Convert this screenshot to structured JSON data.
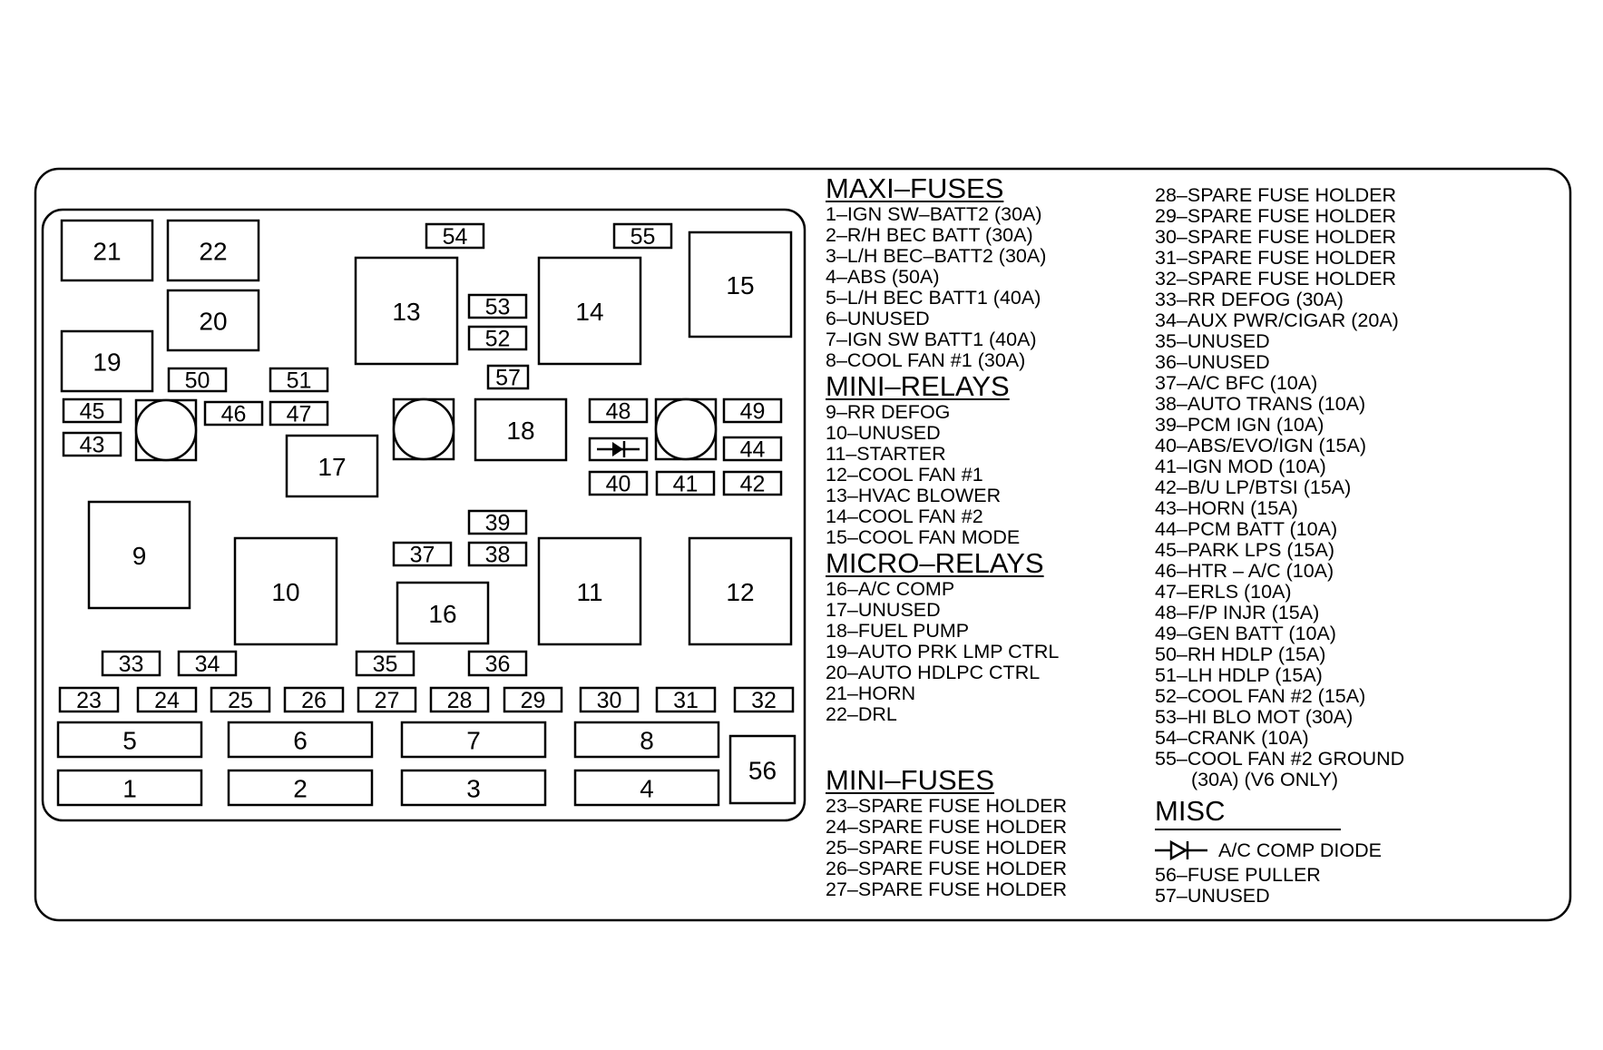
{
  "components": [
    {
      "id": "1",
      "label": "1"
    },
    {
      "id": "2",
      "label": "2"
    },
    {
      "id": "3",
      "label": "3"
    },
    {
      "id": "4",
      "label": "4"
    },
    {
      "id": "5",
      "label": "5"
    },
    {
      "id": "6",
      "label": "6"
    },
    {
      "id": "7",
      "label": "7"
    },
    {
      "id": "8",
      "label": "8"
    },
    {
      "id": "9",
      "label": "9"
    },
    {
      "id": "10",
      "label": "10"
    },
    {
      "id": "11",
      "label": "11"
    },
    {
      "id": "12",
      "label": "12"
    },
    {
      "id": "13",
      "label": "13"
    },
    {
      "id": "14",
      "label": "14"
    },
    {
      "id": "15",
      "label": "15"
    },
    {
      "id": "16",
      "label": "16"
    },
    {
      "id": "17",
      "label": "17"
    },
    {
      "id": "18",
      "label": "18"
    },
    {
      "id": "19",
      "label": "19"
    },
    {
      "id": "20",
      "label": "20"
    },
    {
      "id": "21",
      "label": "21"
    },
    {
      "id": "22",
      "label": "22"
    },
    {
      "id": "23",
      "label": "23"
    },
    {
      "id": "24",
      "label": "24"
    },
    {
      "id": "25",
      "label": "25"
    },
    {
      "id": "26",
      "label": "26"
    },
    {
      "id": "27",
      "label": "27"
    },
    {
      "id": "28",
      "label": "28"
    },
    {
      "id": "29",
      "label": "29"
    },
    {
      "id": "30",
      "label": "30"
    },
    {
      "id": "31",
      "label": "31"
    },
    {
      "id": "32",
      "label": "32"
    },
    {
      "id": "33",
      "label": "33"
    },
    {
      "id": "34",
      "label": "34"
    },
    {
      "id": "35",
      "label": "35"
    },
    {
      "id": "36",
      "label": "36"
    },
    {
      "id": "37",
      "label": "37"
    },
    {
      "id": "38",
      "label": "38"
    },
    {
      "id": "39",
      "label": "39"
    },
    {
      "id": "40",
      "label": "40"
    },
    {
      "id": "41",
      "label": "41"
    },
    {
      "id": "42",
      "label": "42"
    },
    {
      "id": "43",
      "label": "43"
    },
    {
      "id": "44",
      "label": "44"
    },
    {
      "id": "45",
      "label": "45"
    },
    {
      "id": "46",
      "label": "46"
    },
    {
      "id": "47",
      "label": "47"
    },
    {
      "id": "48",
      "label": "48"
    },
    {
      "id": "49",
      "label": "49"
    },
    {
      "id": "50",
      "label": "50"
    },
    {
      "id": "51",
      "label": "51"
    },
    {
      "id": "52",
      "label": "52"
    },
    {
      "id": "53",
      "label": "53"
    },
    {
      "id": "54",
      "label": "54"
    },
    {
      "id": "55",
      "label": "55"
    },
    {
      "id": "56",
      "label": "56"
    },
    {
      "id": "57",
      "label": "57"
    }
  ],
  "legend": {
    "maxi_fuses": {
      "title": "MAXI–FUSES",
      "items": [
        "1–IGN SW–BATT2 (30A)",
        "2–R/H BEC BATT (30A)",
        "3–L/H BEC–BATT2 (30A)",
        "4–ABS (50A)",
        "5–L/H BEC BATT1 (40A)",
        "6–UNUSED",
        "7–IGN SW BATT1 (40A)",
        "8–COOL FAN #1 (30A)"
      ]
    },
    "mini_relays": {
      "title": "MINI–RELAYS",
      "items": [
        "9–RR DEFOG",
        "10–UNUSED",
        "11–STARTER",
        "12–COOL FAN #1",
        "13–HVAC BLOWER",
        "14–COOL FAN #2",
        "15–COOL FAN MODE"
      ]
    },
    "micro_relays": {
      "title": "MICRO–RELAYS",
      "items": [
        "16–A/C COMP",
        "17–UNUSED",
        "18–FUEL PUMP",
        "19–AUTO PRK LMP CTRL",
        "20–AUTO HDLPC CTRL",
        "21–HORN",
        "22–DRL"
      ]
    },
    "mini_fuses": {
      "title": "MINI–FUSES",
      "items": [
        "23–SPARE FUSE HOLDER",
        "24–SPARE FUSE HOLDER",
        "25–SPARE FUSE HOLDER",
        "26–SPARE FUSE HOLDER",
        "27–SPARE FUSE HOLDER"
      ]
    },
    "mini_fuses_cont": {
      "items": [
        "28–SPARE FUSE HOLDER",
        "29–SPARE FUSE HOLDER",
        "30–SPARE FUSE HOLDER",
        "31–SPARE FUSE HOLDER",
        "32–SPARE FUSE HOLDER",
        "33–RR DEFOG (30A)",
        "34–AUX PWR/CIGAR (20A)",
        "35–UNUSED",
        "36–UNUSED",
        "37–A/C BFC (10A)",
        "38–AUTO TRANS (10A)",
        "39–PCM IGN (10A)",
        "40–ABS/EVO/IGN (15A)",
        "41–IGN MOD (10A)",
        "42–B/U LP/BTSI (15A)",
        "43–HORN (15A)",
        "44–PCM BATT (10A)",
        "45–PARK LPS (15A)",
        "46–HTR – A/C (10A)",
        "47–ERLS (10A)",
        "48–F/P INJR (15A)",
        "49–GEN BATT (10A)",
        "50–RH HDLP (15A)",
        "51–LH HDLP (15A)",
        "52–COOL FAN #2 (15A)",
        "53–HI BLO MOT (30A)",
        "54–CRANK (10A)",
        "55–COOL FAN #2 GROUND",
        "(30A) (V6 ONLY)"
      ]
    },
    "misc": {
      "title": "MISC",
      "diode_label": "A/C COMP DIODE",
      "items": [
        "56–FUSE PULLER",
        "57–UNUSED"
      ]
    }
  }
}
